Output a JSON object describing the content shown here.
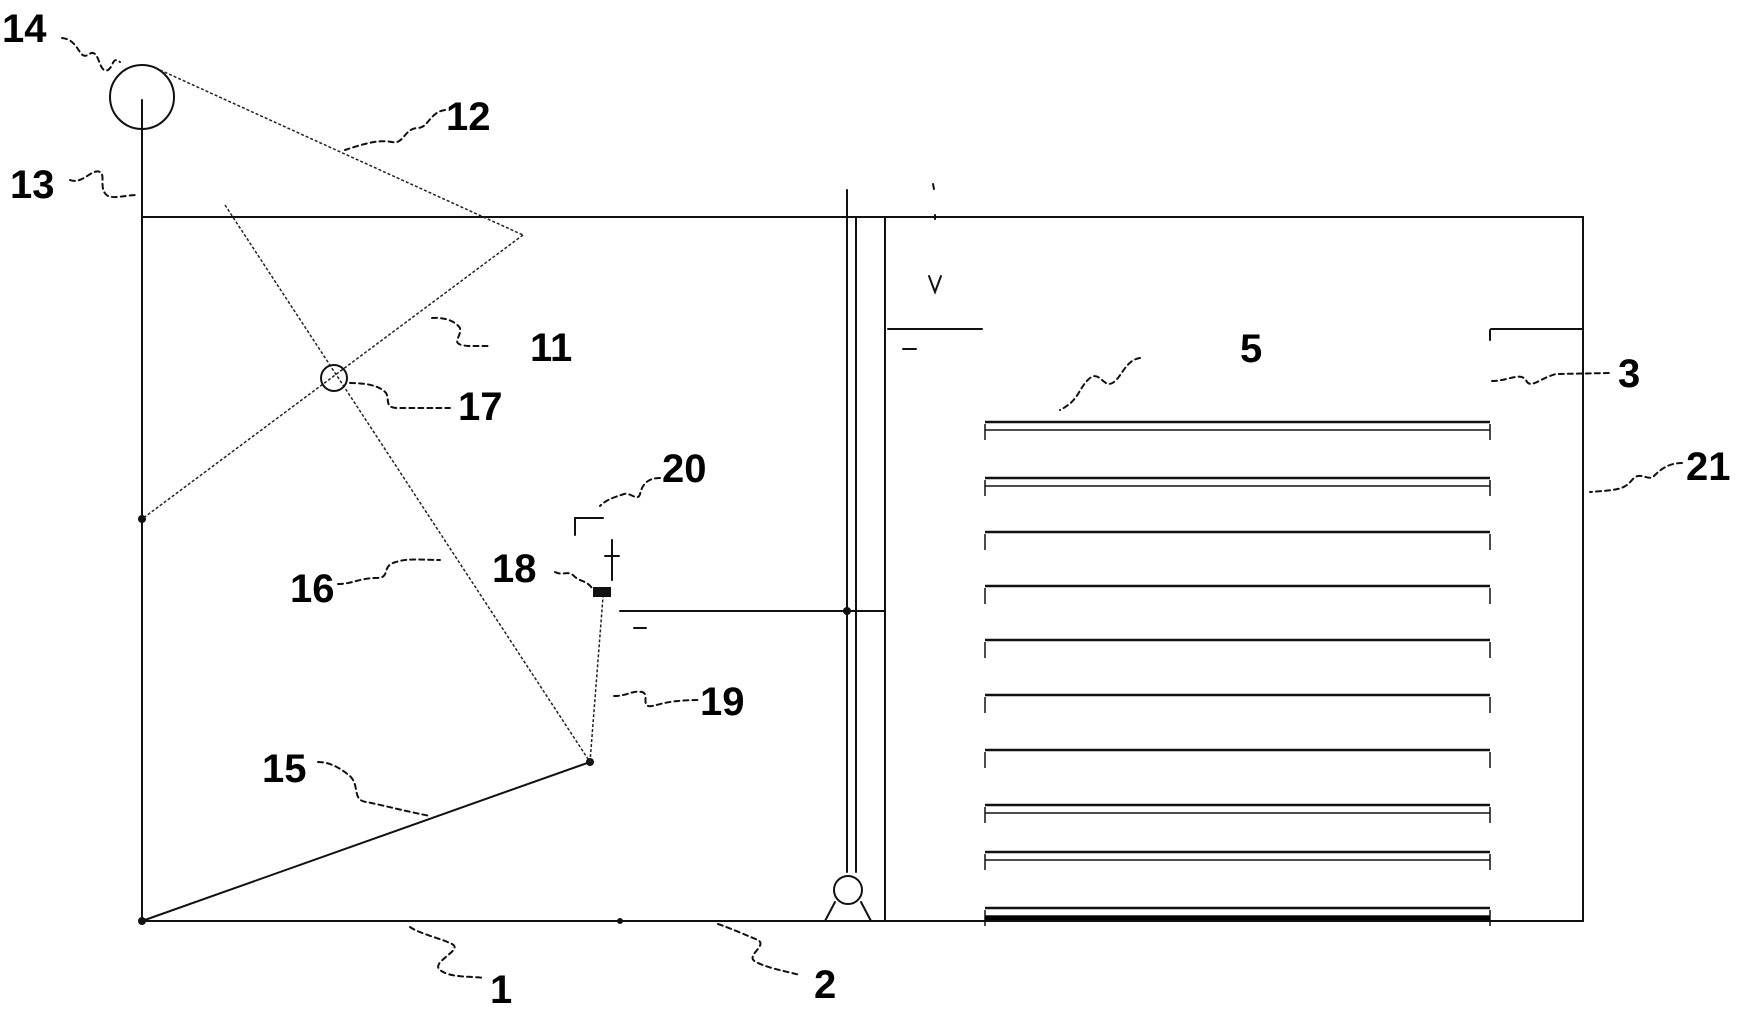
{
  "callouts": {
    "c1": "1",
    "c2": "2",
    "c3": "3",
    "c5": "5",
    "c11": "11",
    "c12": "12",
    "c13": "13",
    "c14": "14",
    "c15": "15",
    "c16": "16",
    "c17": "17",
    "c18": "18",
    "c19": "19",
    "c20": "20",
    "c21": "21"
  },
  "colors": {
    "ink": "#111111",
    "background": "#ffffff"
  }
}
